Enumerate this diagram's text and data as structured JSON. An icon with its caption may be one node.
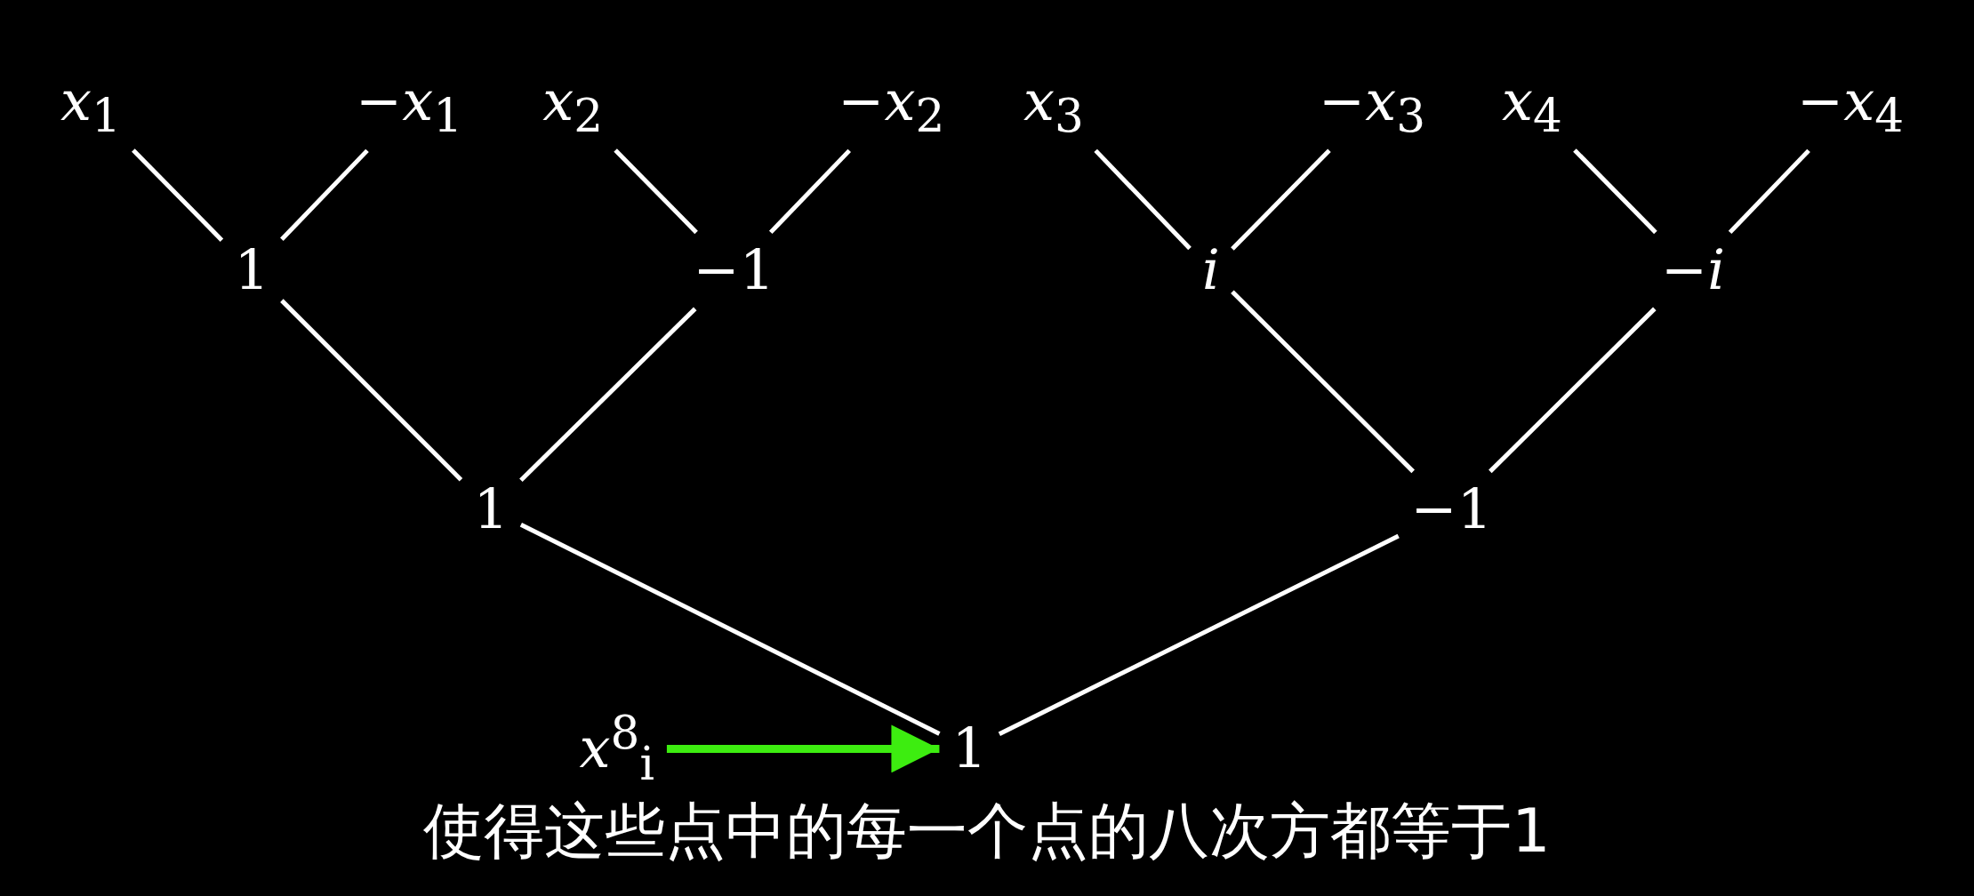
{
  "diagram": {
    "caption": "使得这些点中的每一个点的八次方都等于1",
    "nodes": [
      {
        "text": [
          "*x*$_{1}$"
        ]
      },
      {
        "text": [
          "−*x*$_{1}$"
        ]
      },
      {
        "text": [
          "*x*$_{2}$"
        ]
      },
      {
        "text": [
          "−*x*$_{2}$"
        ]
      },
      {
        "text": [
          "*x*$_{3}$"
        ]
      },
      {
        "text": [
          "−*x*$_{3}$"
        ]
      },
      {
        "text": [
          "*x*$_{4}$"
        ]
      },
      {
        "text": [
          "−*x*$_{4}$"
        ]
      },
      {
        "text": [
          "1"
        ]
      },
      {
        "text": [
          "−1"
        ]
      },
      {
        "text": [
          "*i*"
        ]
      },
      {
        "text": [
          "−*i*"
        ]
      },
      {
        "text": [
          "1"
        ]
      },
      {
        "text": [
          "−1"
        ]
      },
      {
        "text": [
          "1"
        ]
      },
      {
        "text": [
          "*x*$^{8}$$_{i}$"
        ]
      }
    ],
    "edges": [
      {
        "from": 0,
        "to": 8,
        "arrow": "none"
      },
      {
        "from": 1,
        "to": 8,
        "arrow": "none"
      },
      {
        "from": 2,
        "to": 9,
        "arrow": "none"
      },
      {
        "from": 3,
        "to": 9,
        "arrow": "none"
      },
      {
        "from": 4,
        "to": 10,
        "arrow": "none"
      },
      {
        "from": 5,
        "to": 10,
        "arrow": "none"
      },
      {
        "from": 6,
        "to": 11,
        "arrow": "none"
      },
      {
        "from": 7,
        "to": 11,
        "arrow": "none"
      },
      {
        "from": 8,
        "to": 12,
        "arrow": "none"
      },
      {
        "from": 9,
        "to": 12,
        "arrow": "none"
      },
      {
        "from": 10,
        "to": 13,
        "arrow": "none"
      },
      {
        "from": 11,
        "to": 13,
        "arrow": "none"
      },
      {
        "from": 12,
        "to": 14,
        "arrow": "none"
      },
      {
        "from": 13,
        "to": 14,
        "arrow": "none"
      },
      {
        "from": 15,
        "to": 14,
        "arrow": "to",
        "style": "thick",
        "color": "#3ded10"
      }
    ]
  }
}
